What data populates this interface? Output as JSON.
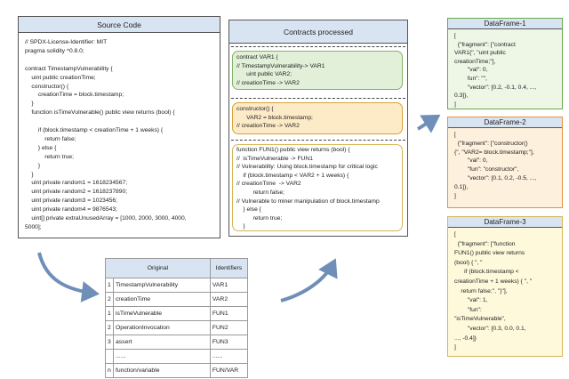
{
  "source": {
    "title": "Source Code",
    "lines": [
      "// SPDX-License-Identifier: MIT",
      "pragma solidity ^0.8.0;",
      "",
      "contract TimestampVulnerability {",
      "    uint public creationTime;",
      "    constructor() {",
      "        creationTime = block.timestamp;",
      "    }",
      "    function isTimeVulnerable() public view returns (bool) {",
      "",
      "        if (block.timestamp < creationTime + 1 weeks) {",
      "            return false;",
      "        } else {",
      "            return true;",
      "        }",
      "    }",
      "    uint private random1 = 1618234567;",
      "    uint private random2 = 1618237890;",
      "    uint private random3 = 1023456;",
      "    uint private random4 = 9876543;",
      "    uint[] private extraUnusedArray = [1000, 2000, 3000, 4000,",
      "5000];"
    ]
  },
  "contracts": {
    "title": "Contracts processed",
    "block1": [
      "contract VAR1 {",
      "// TimestampVulnerability-> VAR1",
      "      uint public VAR2;",
      "// creationTime -> VAR2"
    ],
    "block2": [
      "constructor() {",
      "      VAR2 = block.timestamp;",
      "// creationTime -> VAR2"
    ],
    "block3": [
      "function FUN1() public view returns (bool) {",
      "//  isTimeVulnerable -> FUN1",
      "// Vulnerability: Using block.timestamp for critical logic",
      "    if (block.timestamp < VAR2 + 1 weeks) {",
      "// creationTime  -> VAR2",
      "          return false;",
      "// Vulnerable to miner manipulation of block.timestamp",
      "    } else {",
      "          return true;",
      "    }"
    ]
  },
  "mapping": {
    "headers": [
      "Original",
      "Identifiers"
    ],
    "rows": [
      {
        "n": "1",
        "orig": "TimestampVulnerability",
        "id": "VAR1"
      },
      {
        "n": "2",
        "orig": "creationTime",
        "id": "VAR2"
      },
      {
        "n": "1",
        "orig": "isTimeVulnerable",
        "id": "FUN1"
      },
      {
        "n": "2",
        "orig": "OperationInvocation",
        "id": "FUN2"
      },
      {
        "n": "3",
        "orig": "assert",
        "id": "FUN3"
      },
      {
        "n": "",
        "orig": "......",
        "id": "......"
      },
      {
        "n": "n",
        "orig": "function/variable",
        "id": "FUN/VAR"
      }
    ]
  },
  "dataframes": [
    {
      "title": "DataFrame-1",
      "lines": [
        "[",
        "  {\"fragment\": [\"contract",
        "VAR1{\", \"uint public",
        "creationTime;\"],",
        "        \"val\": 0,",
        "        fun\": \"\",",
        "        \"vector\": [0.2, -0.1, 0.4, ...,",
        "0.3]},",
        "]"
      ]
    },
    {
      "title": "DataFrame-2",
      "lines": [
        "[",
        "  {\"fragment\": [\"constructor()",
        "{\", \"VAR2= block.timestamp;\"],",
        "        \"val\": 0,",
        "        \"fun\": \"constructor\",",
        "        \"vector\": [0.1, 0.2, -0.5, ...,",
        "0.1]},",
        "]"
      ]
    },
    {
      "title": "DataFrame-3",
      "lines": [
        "[",
        "  {\"fragment\": [\"function",
        "FUN1() public view returns",
        "(bool) { \", \"",
        "      if (block.timestamp <",
        "creationTime + 1 weeks) { \", \"",
        "    return false;\", \"}\"],",
        "        \"val\": 1,",
        "        \"fun\":",
        "\"isTimeVulnerable\",",
        "        \"vector\": [0.3, 0.0, 0.1,",
        "..., -0.4]}",
        "]"
      ]
    }
  ],
  "colors": {
    "header_fill": "#d9e4f2",
    "block1_fill": "#e2f0d9",
    "block1_border": "#82b366",
    "block2_fill": "#fdebc8",
    "block2_border": "#d6a23a",
    "df1_fill": "#eef6e6",
    "df1_border": "#6aa84f",
    "df2_fill": "#fdf0dc",
    "df2_border": "#e69138",
    "df3_fill": "#fff9dc",
    "df3_border": "#d6b656",
    "arrow": "#6f8fb8"
  }
}
